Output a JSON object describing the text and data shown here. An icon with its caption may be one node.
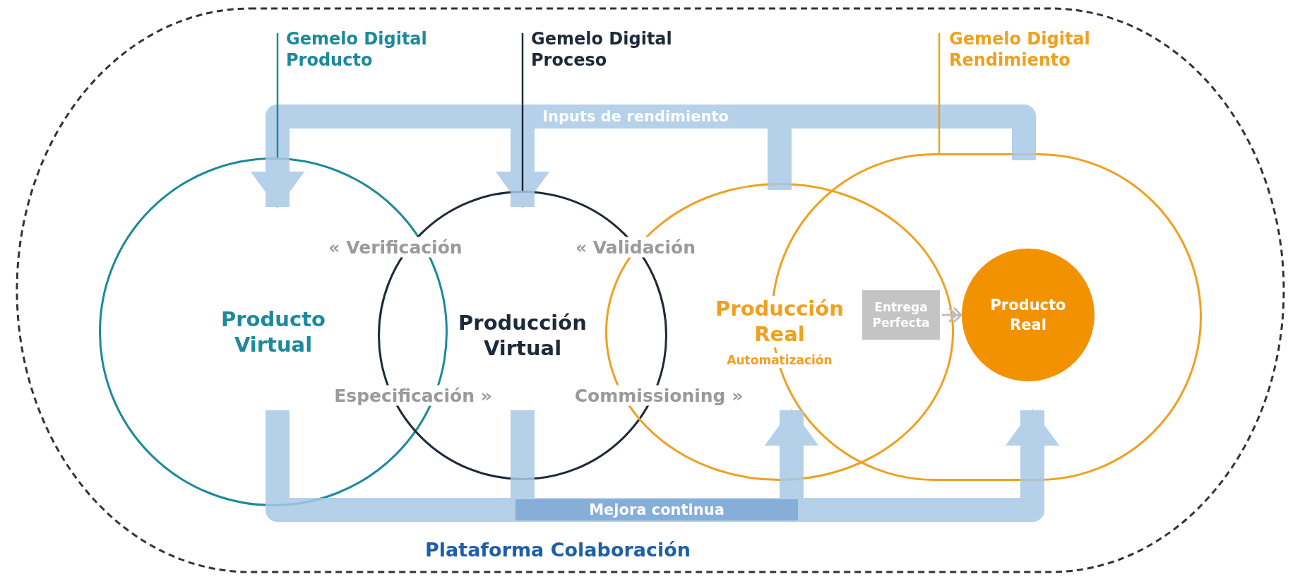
{
  "diagram": {
    "nodes": [
      {
        "text": [
          "Plataforma Colaboración"
        ]
      },
      {
        "text": [
          "Gemelo Digital Producto"
        ],
        "in": 0
      },
      {
        "text": [
          "Gemelo Digital Proceso"
        ],
        "in": 0
      },
      {
        "text": [
          "Gemelo Digital Rendimiento"
        ],
        "in": 0
      },
      {
        "text": [
          "Producto Virtual"
        ],
        "in": 0
      },
      {
        "text": [
          "Producción Virtual"
        ],
        "in": 0
      },
      {
        "text": [
          "Producción Real",
          "Automatización"
        ],
        "in": 0
      },
      {
        "text": [],
        "shape": "box",
        "in": 0
      },
      {
        "text": [
          "Entrega Perfecta"
        ]
      },
      {
        "text": [
          "Producto Real"
        ],
        "in": 7
      }
    ],
    "edges": [
      {
        "from": 1,
        "to": 4,
        "arrow": "none",
        "color": "#1b8a9c"
      },
      {
        "from": 2,
        "to": 5,
        "arrow": "none",
        "color": "#1e2a3a"
      },
      {
        "from": 3,
        "to": 7,
        "arrow": "none",
        "color": "#f0a020"
      },
      {
        "from": 6,
        "to": 4,
        "arrow": "to",
        "label": "Inputs de rendimiento"
      },
      {
        "from": 6,
        "to": 5,
        "arrow": "to"
      },
      {
        "from": 7,
        "to": 4,
        "arrow": "to"
      },
      {
        "from": 7,
        "to": 5,
        "arrow": "to"
      },
      {
        "from": 4,
        "to": 6,
        "arrow": "to",
        "label": "Mejora continua"
      },
      {
        "from": 4,
        "to": 7,
        "arrow": "to"
      },
      {
        "from": 5,
        "to": 6,
        "arrow": "to"
      },
      {
        "from": 5,
        "to": 7,
        "arrow": "to"
      },
      {
        "from": 8,
        "to": 9,
        "arrow": "to",
        "color": "#bdbdbd"
      }
    ],
    "labels": [
      "« Verificación",
      "« Validación",
      "Especificación »",
      "Commissioning »"
    ]
  }
}
